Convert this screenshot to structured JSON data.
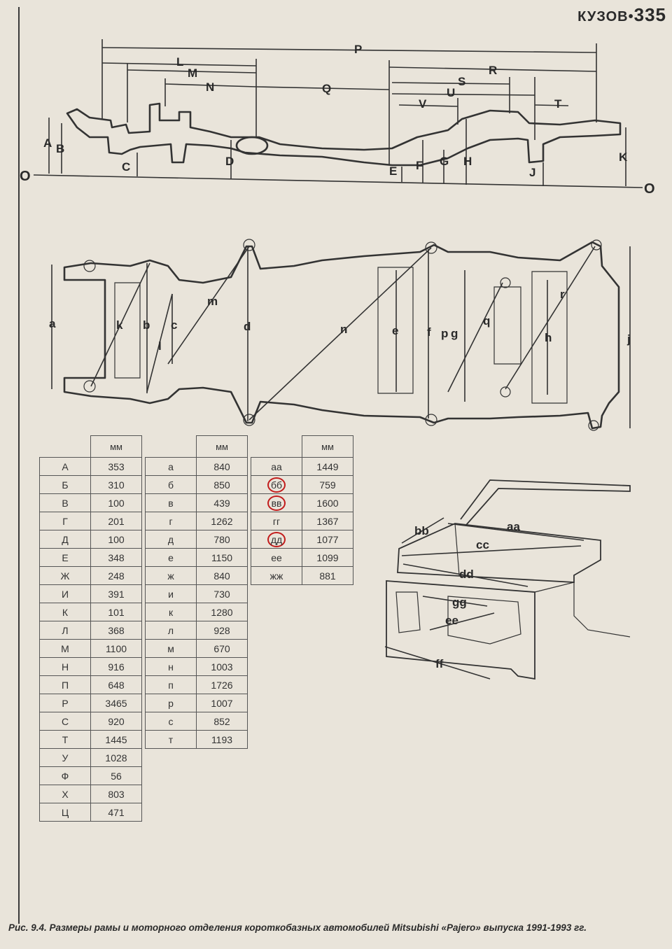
{
  "header": {
    "section": "КУЗОВ",
    "separator": "•",
    "page_number": "335"
  },
  "side_view_labels": [
    "P",
    "L",
    "M",
    "N",
    "Q",
    "R",
    "S",
    "U",
    "V",
    "T",
    "A",
    "B",
    "C",
    "D",
    "E",
    "F",
    "G",
    "H",
    "J",
    "K",
    "O",
    "O"
  ],
  "top_view_labels": [
    "a",
    "k",
    "b",
    "c",
    "l",
    "m",
    "d",
    "n",
    "e",
    "f",
    "p",
    "g",
    "q",
    "r",
    "h",
    "j"
  ],
  "engine_labels": [
    "bb",
    "aa",
    "cc",
    "dd",
    "gg",
    "ee",
    "ff"
  ],
  "tables": {
    "unit": "мм",
    "t1": [
      [
        "А",
        "353"
      ],
      [
        "Б",
        "310"
      ],
      [
        "В",
        "100"
      ],
      [
        "Г",
        "201"
      ],
      [
        "Д",
        "100"
      ],
      [
        "Е",
        "348"
      ],
      [
        "Ж",
        "248"
      ],
      [
        "И",
        "391"
      ],
      [
        "К",
        "101"
      ],
      [
        "Л",
        "368"
      ],
      [
        "М",
        "1100"
      ],
      [
        "Н",
        "916"
      ],
      [
        "П",
        "648"
      ],
      [
        "Р",
        "3465"
      ],
      [
        "С",
        "920"
      ],
      [
        "Т",
        "1445"
      ],
      [
        "У",
        "1028"
      ],
      [
        "Ф",
        "56"
      ],
      [
        "Х",
        "803"
      ],
      [
        "Ц",
        "471"
      ]
    ],
    "t2": [
      [
        "а",
        "840"
      ],
      [
        "б",
        "850"
      ],
      [
        "в",
        "439"
      ],
      [
        "г",
        "1262"
      ],
      [
        "д",
        "780"
      ],
      [
        "е",
        "1150"
      ],
      [
        "ж",
        "840"
      ],
      [
        "и",
        "730"
      ],
      [
        "к",
        "1280"
      ],
      [
        "л",
        "928"
      ],
      [
        "м",
        "670"
      ],
      [
        "н",
        "1003"
      ],
      [
        "п",
        "1726"
      ],
      [
        "р",
        "1007"
      ],
      [
        "с",
        "852"
      ],
      [
        "т",
        "1193"
      ]
    ],
    "t3": [
      [
        "аа",
        "1449"
      ],
      [
        "бб",
        "759"
      ],
      [
        "вв",
        "1600"
      ],
      [
        "гг",
        "1367"
      ],
      [
        "дд",
        "1077"
      ],
      [
        "ее",
        "1099"
      ],
      [
        "жж",
        "881"
      ]
    ]
  },
  "caption": "Рис. 9.4. Размеры рамы и моторного отделения короткобазных автомобилей Mitsubishi «Pajero» выпуска 1991-1993 гг."
}
